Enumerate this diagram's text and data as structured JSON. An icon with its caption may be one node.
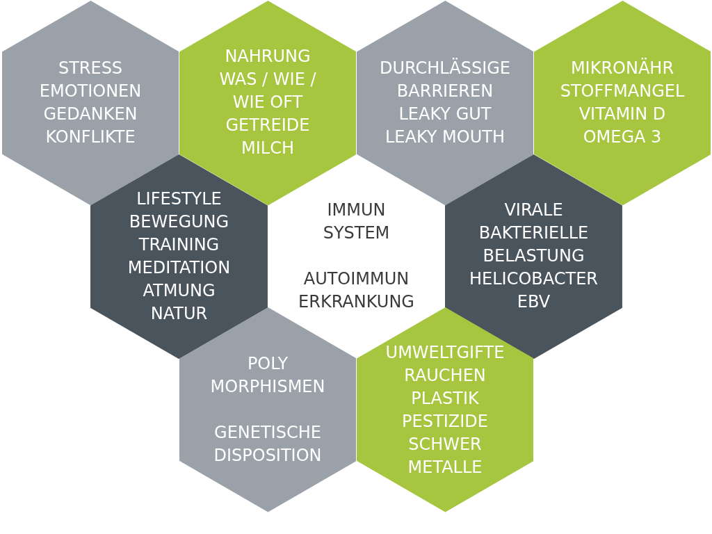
{
  "diagram": {
    "nodes": [
      {
        "text": [
          "STRESS EMOTIONEN GEDANKEN KONFLIKTE"
        ]
      },
      {
        "text": [
          "NAHRUNG WAS / WIE / WIE OFT GETREIDE MILCH"
        ]
      },
      {
        "text": [
          "DURCHLÄSSIGE BARRIEREN LEAKY GUT LEAKY MOUTH"
        ]
      },
      {
        "text": [
          "MIKRONÄHR STOFFMANGEL VITAMIN D OMEGA 3"
        ]
      },
      {
        "text": [
          "LIFESTYLE BEWEGUNG TRAINING MEDITATION ATMUNG NATUR"
        ]
      },
      {
        "text": [
          "VIRALE BAKTERIELLE BELASTUNG HELICOBACTER EBV"
        ]
      },
      {
        "text": [
          "POLY MORPHISMEN",
          "GENETISCHE DISPOSITION"
        ]
      },
      {
        "text": [
          "UMWELTGIFTE RAUCHEN PLASTIK PESTIZIDE SCHWER METALLE"
        ]
      }
    ],
    "labels": [
      "IMMUN SYSTEM",
      "AUTOIMMUN ERKRANKUNG"
    ]
  }
}
